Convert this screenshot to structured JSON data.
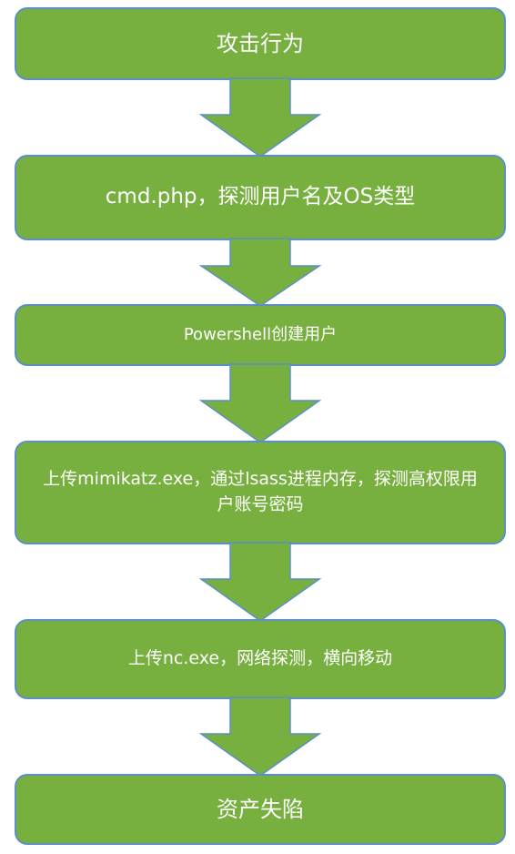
{
  "steps": [
    {
      "label": "攻击行为"
    },
    {
      "label": "cmd.php，探测用户名及OS类型"
    },
    {
      "label": "Powershell创建用户"
    },
    {
      "label": "上传mimikatz.exe，通过lsass进程内存，探测高权限用户账号密码"
    },
    {
      "label": "上传nc.exe，网络探测，横向移动"
    },
    {
      "label": "资产失陷"
    }
  ],
  "colors": {
    "box_fill": "#77b03f",
    "box_border": "#5c8fc7",
    "text": "#ffffff",
    "background": "#ffffff"
  }
}
